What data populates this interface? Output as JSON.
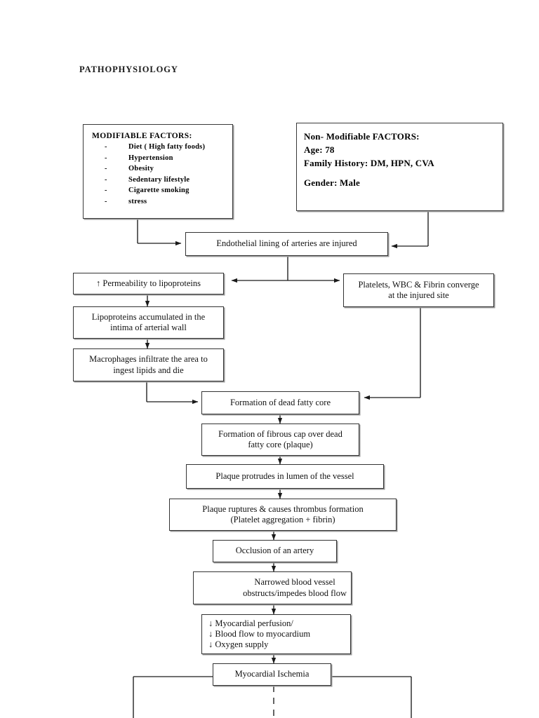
{
  "document": {
    "title": "PATHOPHYSIOLOGY"
  },
  "factors": {
    "modifiable": {
      "heading": "MODIFIABLE FACTORS:",
      "bullet": "-",
      "items": [
        "Diet ( High fatty foods)",
        "Hypertension",
        "Obesity",
        "Sedentary lifestyle",
        "Cigarette smoking",
        "stress"
      ]
    },
    "non_modifiable": {
      "heading": "Non- Modifiable FACTORS:",
      "age": "Age: 78",
      "family_history": "Family History: DM, HPN, CVA",
      "gender": "Gender: Male"
    }
  },
  "flow": {
    "endothelial_injury": "Endothelial lining of arteries are injured",
    "permeability": "↑ Permeability to lipoproteins",
    "lipoproteins_accumulate": "Lipoproteins accumulated in the\nintima of arterial wall",
    "macrophages": "Macrophages infiltrate the area to\ningest lipids and die",
    "platelets_converge": "Platelets, WBC & Fibrin converge\nat the injured site",
    "dead_fatty_core": "Formation of dead fatty core",
    "fibrous_cap": "Formation of fibrous cap over dead\nfatty core (plaque)",
    "plaque_protrudes": "Plaque protrudes in lumen of the vessel",
    "plaque_ruptures": "Plaque ruptures & causes thrombus formation\n(Platelet aggregation + fibrin)",
    "occlusion": "Occlusion of an artery",
    "narrowed_vessel": "Narrowed blood vessel\nobstructs/impedes blood flow",
    "perfusion_drop": "↓ Myocardial perfusion/\n↓ Blood flow to myocardium\n↓ Oxygen supply",
    "myocardial_ischemia": "Myocardial Ischemia"
  },
  "colors": {
    "line": "#1a1a1a",
    "box_border": "#333333",
    "box_shadow": "#9a9a9a",
    "background": "#ffffff",
    "text": "#111111"
  }
}
